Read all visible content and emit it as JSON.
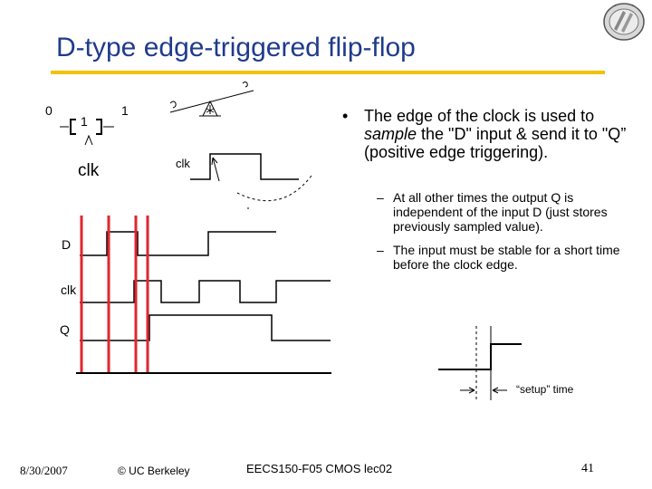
{
  "title": "D-type edge-triggered flip-flop",
  "circuit": {
    "input_value": "0",
    "stored_value": "1",
    "output_value": "1",
    "clock_label": "clk",
    "seesaw_clock_label": "clk"
  },
  "timing": {
    "signal_labels": [
      "D",
      "clk",
      "Q"
    ]
  },
  "bullets": {
    "main": "The edge of the clock is used to sample the \"D\" input & send it to \"Q” (positive edge triggering).",
    "main_parts": {
      "before": "The edge of the clock is used to ",
      "emph": "sample",
      "after": " the \"D\" input & send it to \"Q” (positive edge triggering)."
    },
    "sub": [
      "At all other times the output Q is independent of the input D (just stores previously sampled value).",
      "The input must be stable for a short time before the clock edge."
    ]
  },
  "setup": {
    "label": "“setup” time"
  },
  "footer": {
    "date": "8/30/2007",
    "copyright": "© UC Berkeley",
    "course": "EECS150-F05 CMOS lec02",
    "page": "41"
  },
  "colors": {
    "title": "#1f3b8c",
    "rule": "#f2c200",
    "red_lines": "#e0262e"
  }
}
